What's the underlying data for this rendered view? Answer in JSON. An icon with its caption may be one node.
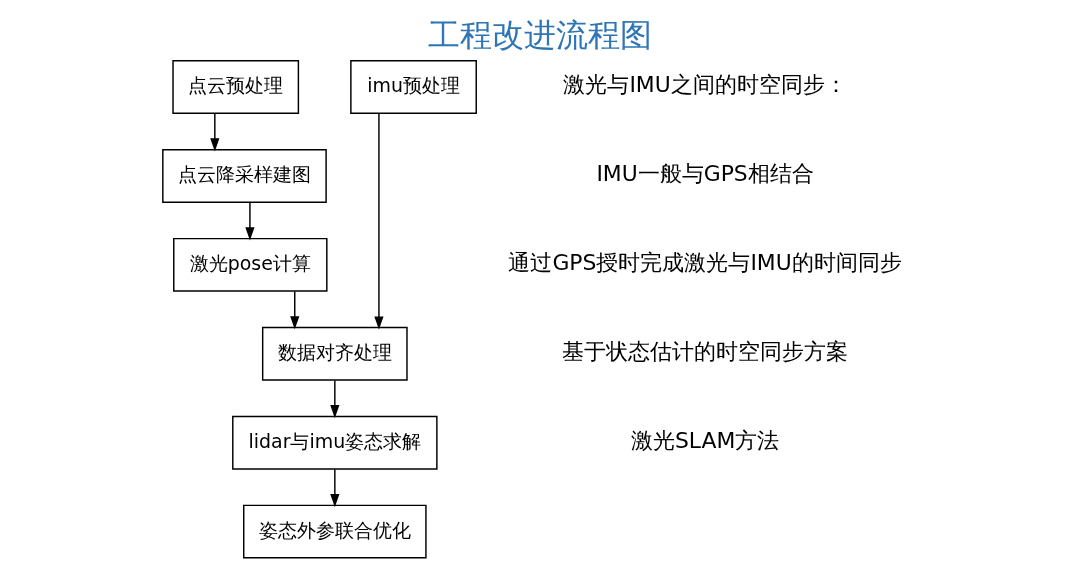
{
  "diagram": {
    "title": "工程改进流程图",
    "nodes": [
      {
        "text": [
          "点云预处理"
        ]
      },
      {
        "text": [
          "imu预处理"
        ]
      },
      {
        "text": [
          "点云降采样建图"
        ]
      },
      {
        "text": [
          "激光pose计算"
        ]
      },
      {
        "text": [
          "数据对齐处理"
        ]
      },
      {
        "text": [
          "lidar与imu姿态求解"
        ]
      },
      {
        "text": [
          "姿态外参联合优化"
        ]
      }
    ],
    "edges": [
      {
        "from": 0,
        "to": 2,
        "arrow": "to"
      },
      {
        "from": 2,
        "to": 3,
        "arrow": "to"
      },
      {
        "from": 3,
        "to": 4,
        "arrow": "to"
      },
      {
        "from": 1,
        "to": 4,
        "arrow": "to"
      },
      {
        "from": 4,
        "to": 5,
        "arrow": "to"
      },
      {
        "from": 5,
        "to": 6,
        "arrow": "to"
      }
    ],
    "labels": [
      "激光与IMU之间的时空同步：",
      "IMU一般与GPS相结合",
      "通过GPS授时完成激光与IMU的时间同步",
      "基于状态估计的时空同步方案",
      "激光SLAM方法"
    ]
  }
}
